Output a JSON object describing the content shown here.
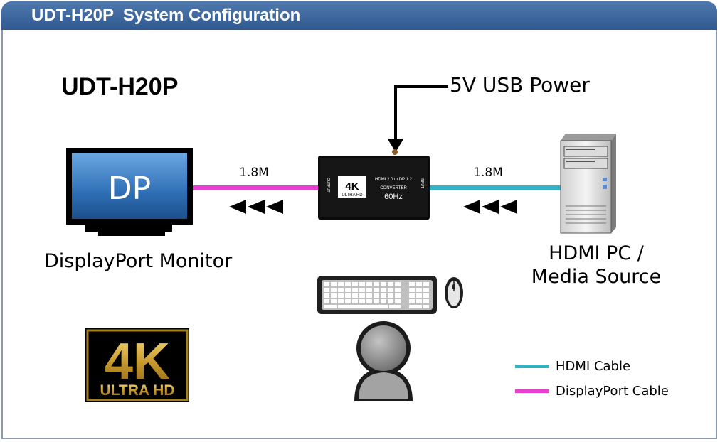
{
  "header": {
    "title": "UDT-H20P  System Configuration"
  },
  "diagram": {
    "model_title": "UDT-H20P",
    "power_label": "5V USB Power",
    "monitor": {
      "screen_text": "DP",
      "caption": "DisplayPort Monitor"
    },
    "pc": {
      "caption_line1": "HDMI PC /",
      "caption_line2": "Media Source"
    },
    "cable_left_length": "1.8M",
    "cable_right_length": "1.8M",
    "converter": {
      "badge_big": "4K",
      "badge_small": "ULTRA HD",
      "line1": "HDMI 2.0 to DP 1.2",
      "line2": "CONVERTER",
      "line3": "60Hz",
      "port_left": "OUTPUT",
      "port_right": "INPUT"
    },
    "logo": {
      "big": "4K",
      "small": "ULTRA HD"
    },
    "legend": [
      {
        "label": "HDMI Cable",
        "color": "#2fb3c6"
      },
      {
        "label": "DisplayPort Cable",
        "color": "#e83fd0"
      }
    ]
  }
}
